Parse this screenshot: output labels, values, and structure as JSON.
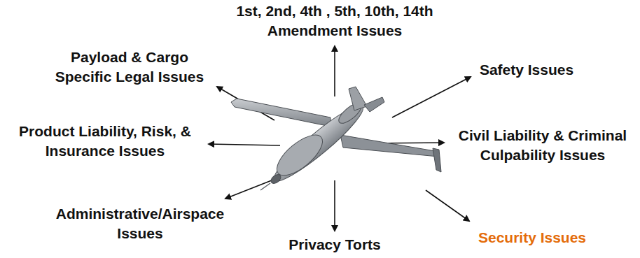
{
  "diagram": {
    "labels": [
      "1st, 2nd, 4th , 5th, 10th, 14th Amendment Issues",
      "Payload & Cargo Specific Legal Issues",
      "Safety Issues",
      "Product Liability, Risk, & Insurance Issues",
      "Civil Liability & Criminal Culpability Issues",
      "Administrative/Airspace Issues",
      "Privacy Torts",
      "Security Issues"
    ]
  }
}
